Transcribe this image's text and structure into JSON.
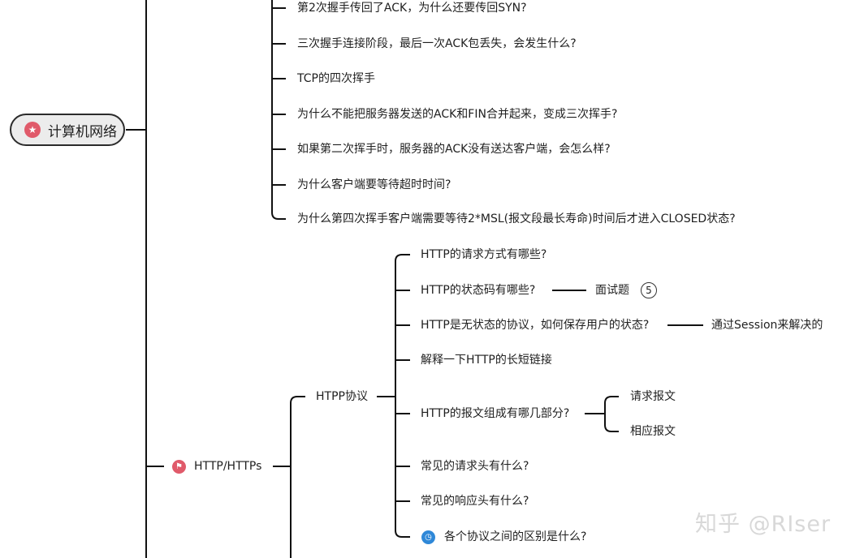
{
  "root": {
    "label": "计算机网络",
    "icon": "star-icon"
  },
  "tcp_items": [
    "第2次握手传回了ACK，为什么还要传回SYN?",
    "三次握手连接阶段，最后一次ACK包丢失，会发生什么?",
    "TCP的四次挥手",
    "为什么不能把服务器发送的ACK和FIN合并起来，变成三次挥手?",
    "如果第二次挥手时，服务器的ACK没有送达客户端，会怎么样?",
    "为什么客户端要等待超时时间?",
    "为什么第四次挥手客户端需要等待2*MSL(报文段最长寿命)时间后才进入CLOSED状态?"
  ],
  "http_branch": {
    "label": "HTTP/HTTPs",
    "icon": "flag-icon"
  },
  "http_protocol": {
    "label": "HTPP协议"
  },
  "http_items": [
    "HTTP的请求方式有哪些?",
    "HTTP的状态码有哪些?",
    "HTTP是无状态的协议，如何保存用户的状态?",
    "解释一下HTTP的长短链接",
    "HTTP的报文组成有哪几部分?",
    "常见的请求头有什么?",
    "常见的响应头有什么?",
    "各个协议之间的区别是什么?"
  ],
  "status_code_child": {
    "label": "面试题",
    "badge": "5"
  },
  "stateless_child": {
    "label": "通过Session来解决的"
  },
  "message_children": [
    "请求报文",
    "相应报文"
  ],
  "watermark": "知乎 @RIser",
  "colors": {
    "accent_red": "#e05a6a",
    "accent_blue": "#2f88d8",
    "line": "#111111"
  }
}
